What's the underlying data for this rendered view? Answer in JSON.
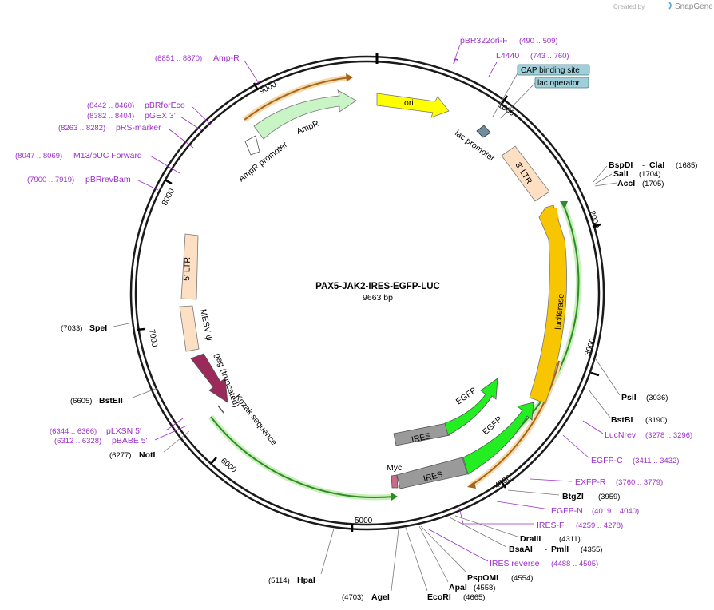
{
  "credit": {
    "created_by": "Created by",
    "brand": "SnapGene"
  },
  "plasmid": {
    "name": "PAX5-JAK2-IRES-EGFP-LUC",
    "size": "9663 bp"
  },
  "ticks": [
    "1000",
    "2000",
    "3000",
    "4000",
    "5000",
    "6000",
    "7000",
    "8000",
    "9000"
  ],
  "features": {
    "ori": "ori",
    "ampr": "AmpR",
    "ampr_promoter": "AmpR promoter",
    "lac_promoter": "lac promoter",
    "ltr3": "3' LTR",
    "ltr5": "5' LTR",
    "luciferase": "luciferase",
    "mesv": "MESV ψ",
    "gag": "gag (truncated)",
    "kozak": "Kozak sequence",
    "ires_inner": "IRES",
    "egfp_inner": "EGFP",
    "ires_outer": "IRES",
    "egfp_outer": "EGFP",
    "myc": "Myc",
    "cap": "CAP binding site",
    "lac_operator": "lac operator"
  },
  "primers": {
    "pbr322ori": {
      "name": "pBR322ori-F",
      "range": "(490 .. 509)"
    },
    "l4440": {
      "name": "L4440",
      "range": "(743 .. 760)"
    },
    "ampr": {
      "name": "Amp-R",
      "range": "(8851 .. 8870)"
    },
    "pbrforeco": {
      "name": "pBRforEco",
      "range": "(8442 .. 8460)"
    },
    "pgex3": {
      "name": "pGEX 3'",
      "range": "(8382 .. 8404)"
    },
    "prsmarker": {
      "name": "pRS-marker",
      "range": "(8263 .. 8282)"
    },
    "m13puc": {
      "name": "M13/pUC Forward",
      "range": "(8047 .. 8069)"
    },
    "pbrrevbam": {
      "name": "pBRrevBam",
      "range": "(7900 .. 7919)"
    },
    "plxsn5": {
      "name": "pLXSN 5'",
      "range": "(6344 .. 6366)"
    },
    "pbabe5": {
      "name": "pBABE 5'",
      "range": "(6312 .. 6328)"
    },
    "lucnrev": {
      "name": "LucNrev",
      "range": "(3278 .. 3296)"
    },
    "egfpc": {
      "name": "EGFP-C",
      "range": "(3411 .. 3432)"
    },
    "exfpr": {
      "name": "EXFP-R",
      "range": "(3760 .. 3779)"
    },
    "egfpn": {
      "name": "EGFP-N",
      "range": "(4019 .. 4040)"
    },
    "iresf": {
      "name": "IRES-F",
      "range": "(4259 .. 4278)"
    },
    "iresrev": {
      "name": "IRES reverse",
      "range": "(4488 .. 4505)"
    }
  },
  "enzymes": {
    "bspdi": {
      "name": "BspDI",
      "sep": "-",
      "name2": "ClaI",
      "pos": "(1685)"
    },
    "sali": {
      "name": "SalI",
      "pos": "(1704)"
    },
    "acci": {
      "name": "AccI",
      "pos": "(1705)"
    },
    "psii": {
      "name": "PsiI",
      "pos": "(3036)"
    },
    "bstbi": {
      "name": "BstBI",
      "pos": "(3190)"
    },
    "btgzi": {
      "name": "BtgZI",
      "pos": "(3959)"
    },
    "draiii": {
      "name": "DraIII",
      "pos": "(4311)"
    },
    "bsaai": {
      "name": "BsaAI",
      "sep": "-",
      "name2": "PmlI",
      "pos": "(4355)"
    },
    "pspomi": {
      "name": "PspOMI",
      "pos": "(4554)"
    },
    "apai": {
      "name": "ApaI",
      "pos": "(4558)"
    },
    "ecori": {
      "name": "EcoRI",
      "pos": "(4665)"
    },
    "agei": {
      "name": "AgeI",
      "pos": "(4703)"
    },
    "hpai": {
      "name": "HpaI",
      "pos": "(5114)"
    },
    "spei": {
      "name": "SpeI",
      "pos": "(7033)"
    },
    "bsteii": {
      "name": "BstEII",
      "pos": "(6605)"
    },
    "noti": {
      "name": "NotI",
      "pos": "(6277)"
    }
  }
}
